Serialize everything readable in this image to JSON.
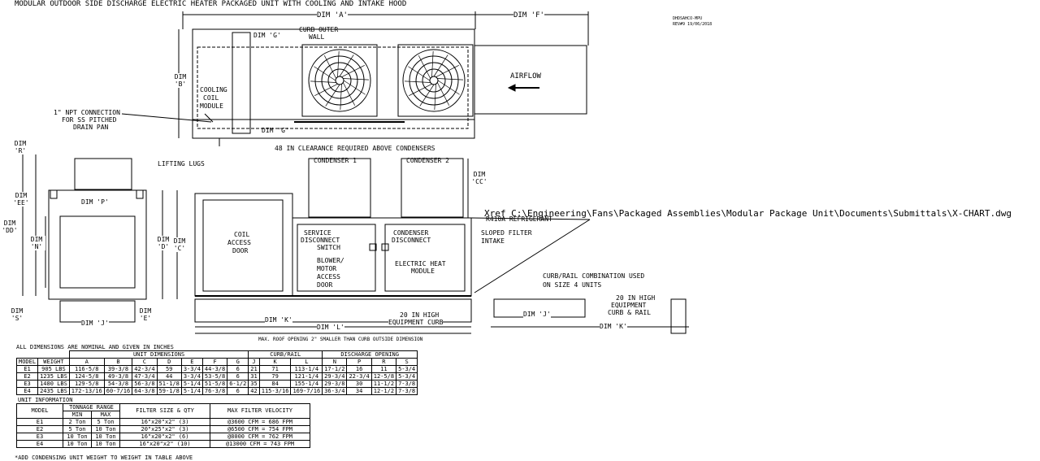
{
  "title": "MODULAR OUTDOOR SIDE DISCHARGE ELECTRIC HEATER PACKAGED UNIT WITH COOLING AND INTAKE HOOD",
  "revision": {
    "line1": "DHDSAHCO-MPU",
    "line2": "REV#9  19/06/2018"
  },
  "xref": "Xref C:\\Engineering\\Fans\\Packaged Assemblies\\Modular Package Unit\\Documents\\Submittals\\X-CHART.dwg",
  "labels": {
    "dim_a": "DIM 'A'",
    "dim_f": "DIM 'F'",
    "dim_g": "DIM 'G'",
    "dim_b": "DIM 'B'",
    "curb_outer": "CURB OUTER",
    "wall": "WALL",
    "airflow": "AIRFLOW",
    "cooling_coil": [
      "COOLING",
      "COIL",
      "MODULE"
    ],
    "npt": [
      "1\" NPT CONNECTION",
      "FOR SS PITCHED",
      "DRAIN PAN"
    ],
    "clearance": "48 IN CLEARANCE REQUIRED ABOVE CONDENSERS",
    "condenser1": "CONDENSER 1",
    "condenser2": "CONDENSER 2",
    "dim_r": "DIM 'R'",
    "lifting_lugs": "LIFTING LUGS",
    "dim_p": "DIM 'P'",
    "dim_ee": "DIM 'EE'",
    "dim_dd": "DIM 'DD'",
    "dim_n": "DIM 'N'",
    "dim_d": "DIM 'D'",
    "dim_c": "DIM 'C'",
    "dim_cc": "DIM 'CC'",
    "r410a": "R410A REFRIGERANT",
    "coil_access": [
      "COIL",
      "ACCESS",
      "DOOR"
    ],
    "service": [
      "SERVICE",
      "DISCONNECT",
      "SWITCH"
    ],
    "condenser_disc": [
      "CONDENSER",
      "DISCONNECT"
    ],
    "blower": [
      "BLOWER/",
      "MOTOR",
      "ACCESS",
      "DOOR"
    ],
    "electric_heat": [
      "ELECTRIC HEAT",
      "MODULE"
    ],
    "sloped": [
      "SLOPED FILTER",
      "INTAKE"
    ],
    "curb_rail": [
      "CURB/RAIL COMBINATION USED",
      "ON SIZE 4 UNITS"
    ],
    "equip_curb_rail": [
      "20 IN HIGH",
      "EQUIPMENT",
      "CURB & RAIL"
    ],
    "dim_s": "DIM 'S'",
    "dim_j": "DIM 'J'",
    "dim_e": "DIM 'E'",
    "dim_k": "DIM 'K'",
    "dim_l": "DIM 'L'",
    "equip_curb": [
      "20 IN HIGH",
      "EQUIPMENT CURB"
    ],
    "max_roof": "MAX. ROOF OPENING 2\" SMALLER THAN CURB OUTSIDE DIMENSION"
  },
  "dim_note": "ALL DIMENSIONS ARE NOMINAL AND GIVEN IN INCHES",
  "dims_table": {
    "groups": [
      "UNIT DIMENSIONS",
      "CURB/RAIL",
      "DISCHARGE OPENING"
    ],
    "columns": [
      "MODEL",
      "WEIGHT",
      "A",
      "B",
      "C",
      "D",
      "E",
      "F",
      "G",
      "J",
      "K",
      "L",
      "N",
      "P",
      "R",
      "S"
    ],
    "rows": [
      [
        "E1",
        "905 LBS",
        "116-5/8",
        "39-3/8",
        "42-3/4",
        "59",
        "3-3/4",
        "44-3/8",
        "6",
        "21",
        "71",
        "113-1/4",
        "17-1/2",
        "16",
        "11",
        "5-3/4"
      ],
      [
        "E2",
        "1235 LBS",
        "124-5/8",
        "49-3/8",
        "47-3/4",
        "44",
        "3-3/4",
        "53-5/8",
        "6",
        "31",
        "79",
        "121-1/4",
        "29-3/4",
        "22-3/4",
        "12-5/8",
        "5-3/4"
      ],
      [
        "E3",
        "1480 LBS",
        "129-5/8",
        "54-3/8",
        "56-3/8",
        "51-1/8",
        "5-1/4",
        "51-5/8",
        "6-1/2",
        "35",
        "84",
        "155-1/4",
        "29-3/8",
        "30",
        "11-1/2",
        "7-3/8"
      ],
      [
        "E4",
        "2435 LBS",
        "172-13/16",
        "60-7/16",
        "64-3/8",
        "59-1/8",
        "5-1/4",
        "76-3/8",
        "6",
        "42",
        "115-3/16",
        "169-7/16",
        "36-3/4",
        "34",
        "12-1/2",
        "7-3/8"
      ]
    ]
  },
  "unit_info_title": "UNIT INFORMATION",
  "info_table": {
    "headers": {
      "model": "MODEL",
      "tonnage": "TONNAGE RANGE",
      "min": "MIN",
      "max": "MAX",
      "filter": "FILTER SIZE & QTY",
      "velocity": "MAX FILTER VELOCITY"
    },
    "rows": [
      [
        "E1",
        "2 Ton",
        "5 Ton",
        "16\"x20\"x2\" (3)",
        "@3600 CFM = 686 FPM"
      ],
      [
        "E2",
        "5 Ton",
        "10 Ton",
        "20\"x25\"x2\" (3)",
        "@6500 CFM = 754 FPM"
      ],
      [
        "E3",
        "10 Ton",
        "10 Ton",
        "16\"x20\"x2\" (6)",
        "@8000 CFM = 762 FPM"
      ],
      [
        "E4",
        "10 Ton",
        "10 Ton",
        "16\"x20\"x2\" (10)",
        "@13000 CFM = 743 FPM"
      ]
    ]
  },
  "footnote": "*ADD CONDENSING UNIT WEIGHT TO WEIGHT IN TABLE ABOVE"
}
